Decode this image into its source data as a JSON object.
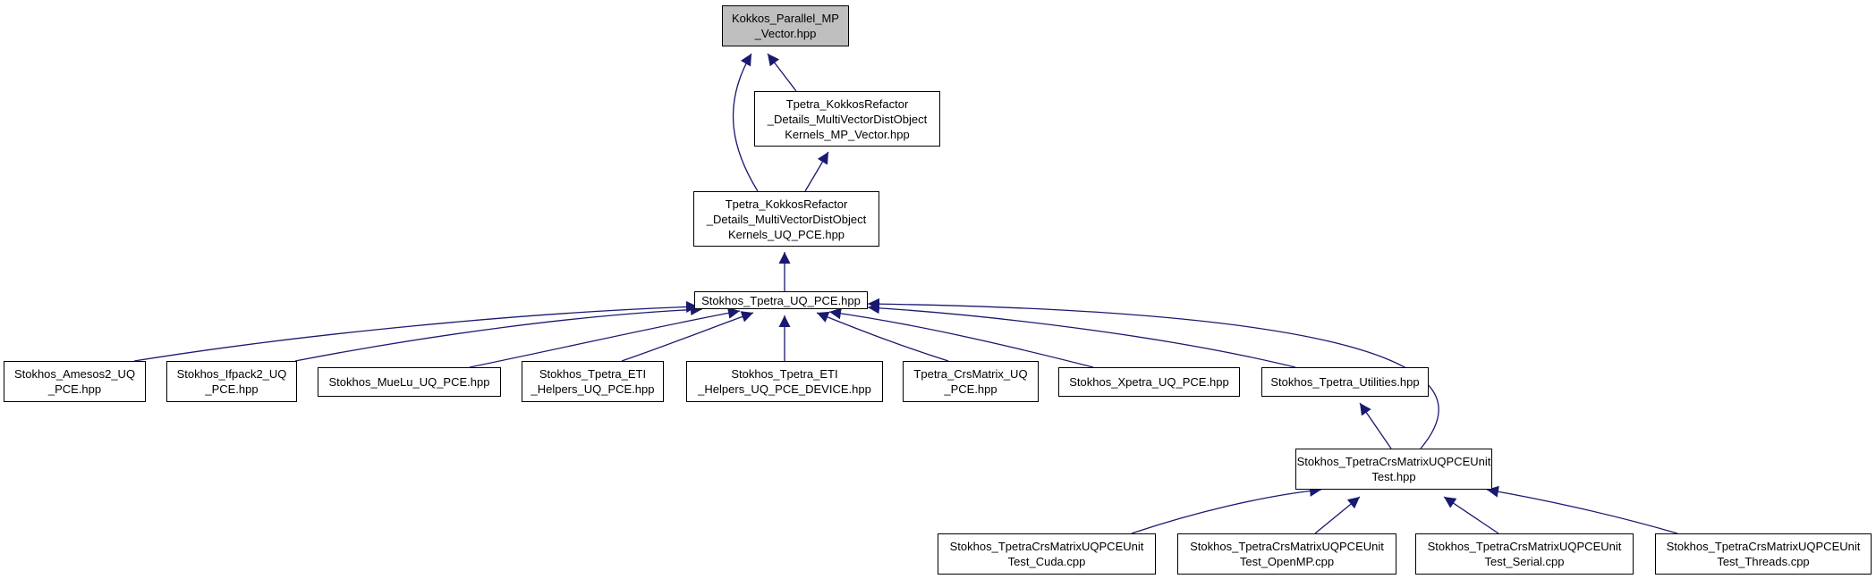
{
  "diagram": {
    "edge_color": "#191970",
    "root_fill": "#bfbfbf",
    "nodes": [
      {
        "id": "n0",
        "lines": [
          "Kokkos_Parallel_MP",
          "_Vector.hpp"
        ],
        "root": true
      },
      {
        "id": "n1",
        "lines": [
          "Tpetra_KokkosRefactor",
          "_Details_MultiVectorDistObject",
          "Kernels_MP_Vector.hpp"
        ]
      },
      {
        "id": "n2",
        "lines": [
          "Tpetra_KokkosRefactor",
          "_Details_MultiVectorDistObject",
          "Kernels_UQ_PCE.hpp"
        ]
      },
      {
        "id": "n3",
        "lines": [
          "Stokhos_Tpetra_UQ_PCE.hpp"
        ]
      },
      {
        "id": "n4",
        "lines": [
          "Stokhos_Amesos2_UQ",
          "_PCE.hpp"
        ]
      },
      {
        "id": "n5",
        "lines": [
          "Stokhos_Ifpack2_UQ",
          "_PCE.hpp"
        ]
      },
      {
        "id": "n6",
        "lines": [
          "Stokhos_MueLu_UQ_PCE.hpp"
        ]
      },
      {
        "id": "n7",
        "lines": [
          "Stokhos_Tpetra_ETI",
          "_Helpers_UQ_PCE.hpp"
        ]
      },
      {
        "id": "n8",
        "lines": [
          "Stokhos_Tpetra_ETI",
          "_Helpers_UQ_PCE_DEVICE.hpp"
        ]
      },
      {
        "id": "n9",
        "lines": [
          "Tpetra_CrsMatrix_UQ",
          "_PCE.hpp"
        ]
      },
      {
        "id": "n10",
        "lines": [
          "Stokhos_Xpetra_UQ_PCE.hpp"
        ]
      },
      {
        "id": "n11",
        "lines": [
          "Stokhos_Tpetra_Utilities.hpp"
        ]
      },
      {
        "id": "n12",
        "lines": [
          "Stokhos_TpetraCrsMatrixUQPCEUnit",
          "Test.hpp"
        ]
      },
      {
        "id": "n13",
        "lines": [
          "Stokhos_TpetraCrsMatrixUQPCEUnit",
          "Test_Cuda.cpp"
        ]
      },
      {
        "id": "n14",
        "lines": [
          "Stokhos_TpetraCrsMatrixUQPCEUnit",
          "Test_OpenMP.cpp"
        ]
      },
      {
        "id": "n15",
        "lines": [
          "Stokhos_TpetraCrsMatrixUQPCEUnit",
          "Test_Serial.cpp"
        ]
      },
      {
        "id": "n16",
        "lines": [
          "Stokhos_TpetraCrsMatrixUQPCEUnit",
          "Test_Threads.cpp"
        ]
      }
    ],
    "edges": [
      {
        "from": "n1",
        "to": "n0"
      },
      {
        "from": "n2",
        "to": "n0"
      },
      {
        "from": "n2",
        "to": "n1"
      },
      {
        "from": "n3",
        "to": "n2"
      },
      {
        "from": "n4",
        "to": "n3"
      },
      {
        "from": "n5",
        "to": "n3"
      },
      {
        "from": "n6",
        "to": "n3"
      },
      {
        "from": "n7",
        "to": "n3"
      },
      {
        "from": "n8",
        "to": "n3"
      },
      {
        "from": "n9",
        "to": "n3"
      },
      {
        "from": "n10",
        "to": "n3"
      },
      {
        "from": "n11",
        "to": "n3"
      },
      {
        "from": "n12",
        "to": "n3"
      },
      {
        "from": "n12",
        "to": "n11"
      },
      {
        "from": "n13",
        "to": "n12"
      },
      {
        "from": "n14",
        "to": "n12"
      },
      {
        "from": "n15",
        "to": "n12"
      },
      {
        "from": "n16",
        "to": "n12"
      }
    ]
  }
}
